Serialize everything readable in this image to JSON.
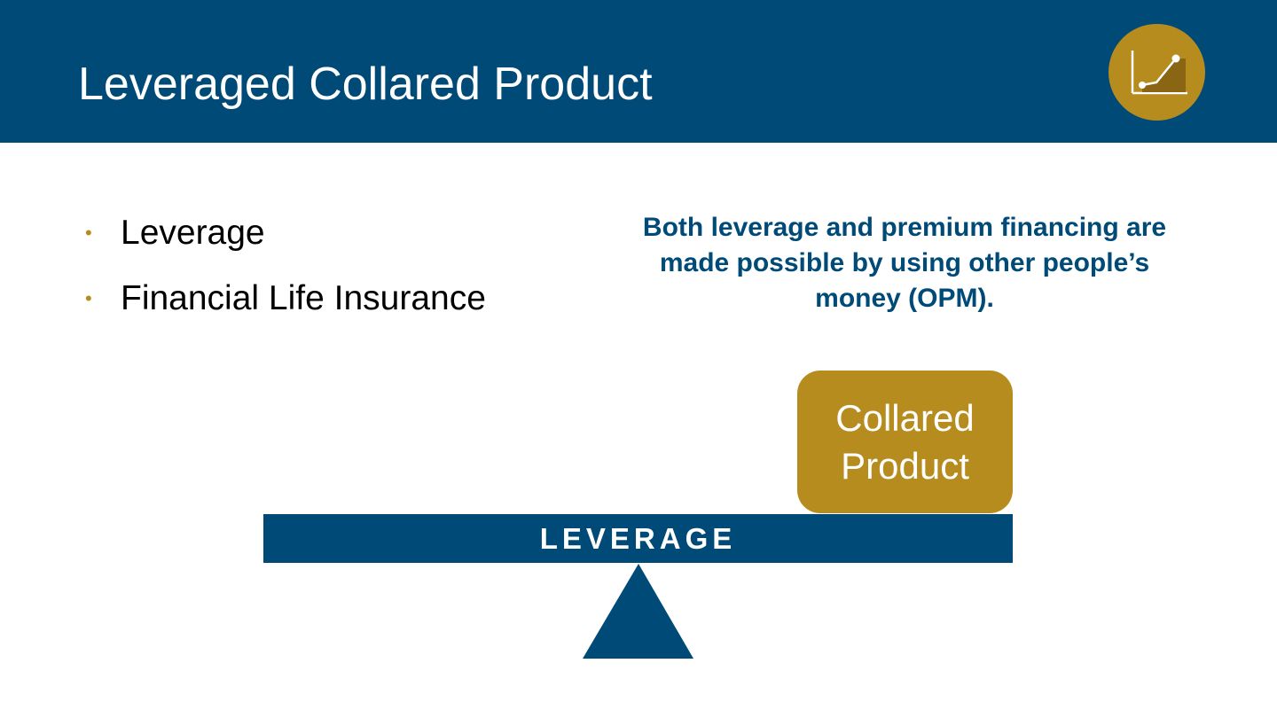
{
  "header": {
    "title": "Leveraged Collared Product"
  },
  "bullets": [
    {
      "label": "Leverage"
    },
    {
      "label": "Financial Life Insurance"
    }
  ],
  "callout": {
    "text": "Both leverage and premium financing are made possible by using other people’s money (OPM)."
  },
  "diagram": {
    "product_box_label": "Collared Product",
    "beam_label": "LEVERAGE"
  },
  "colors": {
    "brand_blue": "#004a78",
    "accent_gold": "#b78c1f",
    "background": "#ffffff"
  },
  "icons": {
    "logo": "growth-chart-icon",
    "bullet": "bullet-dot-icon"
  }
}
